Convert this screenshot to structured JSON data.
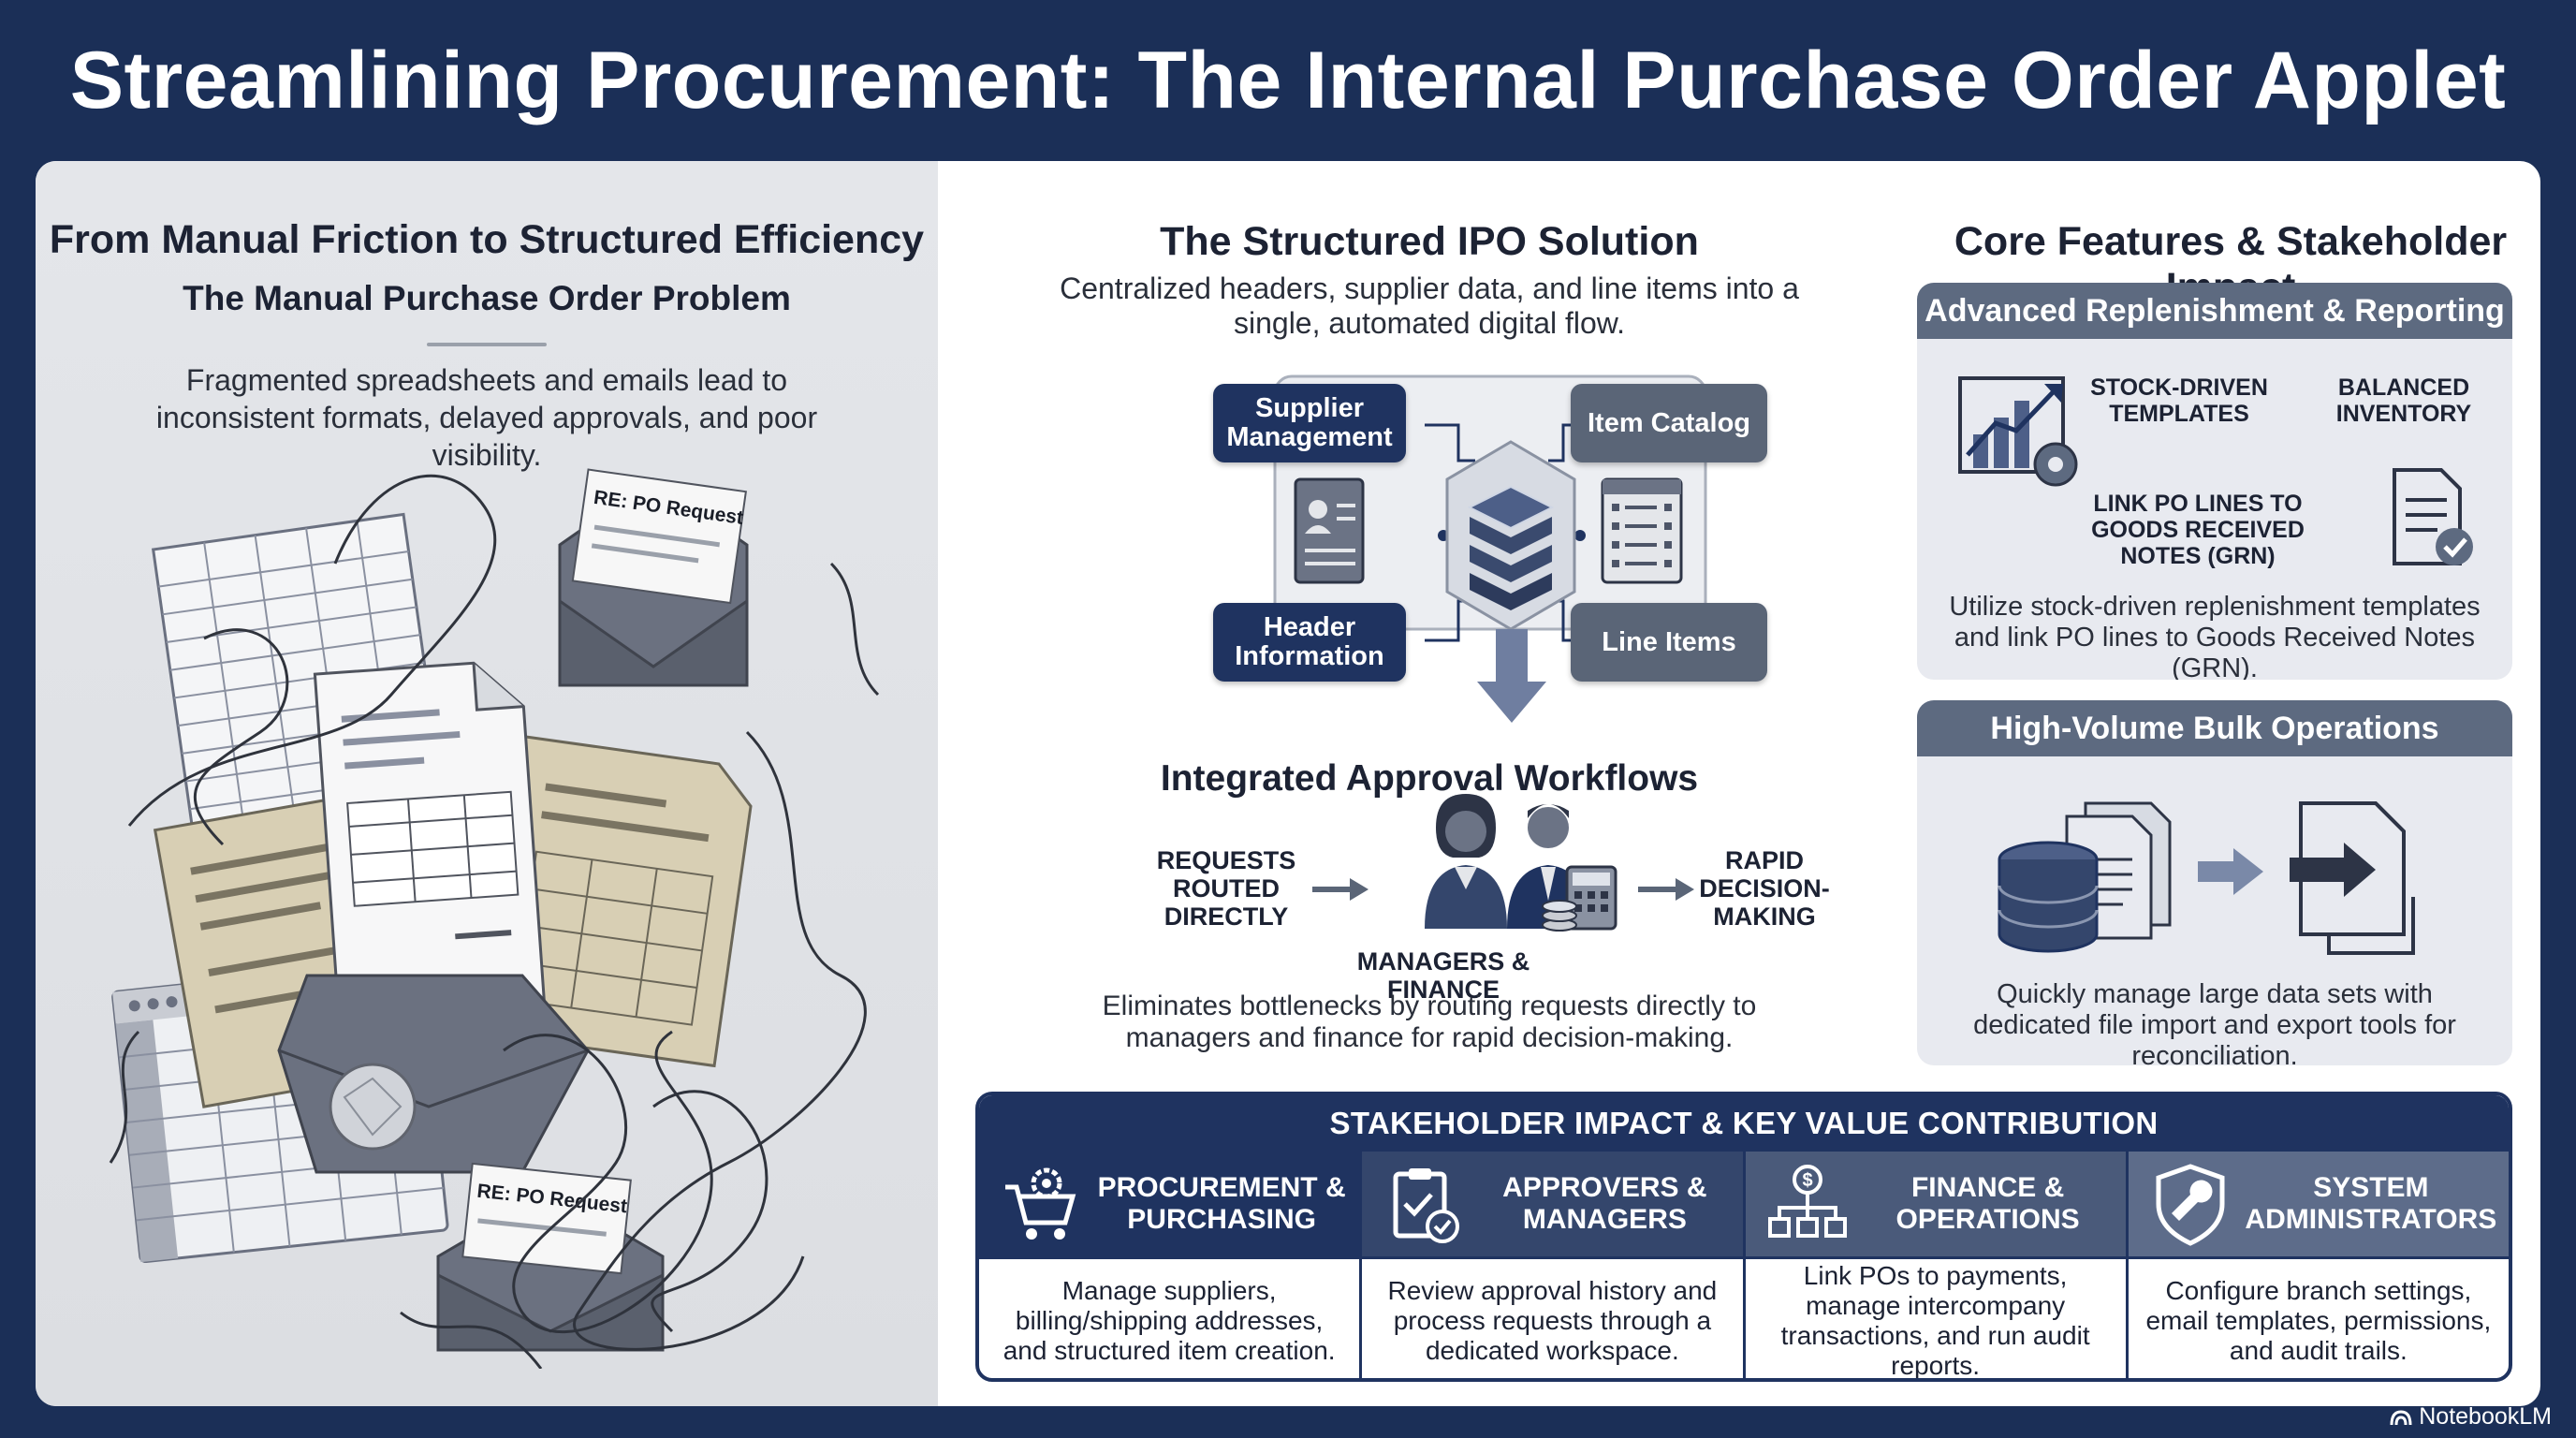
{
  "title": "Streamlining Procurement: The Internal Purchase Order Applet",
  "left": {
    "heading": "From Manual Friction to Structured Efficiency",
    "subheading": "The Manual Purchase Order Problem",
    "description": "Fragmented spreadsheets and emails lead to inconsistent formats, delayed approvals, and poor visibility.",
    "email_label_1": "RE: PO Request",
    "email_label_2": "RE: PO Request"
  },
  "middle": {
    "heading": "The Structured IPO Solution",
    "subheading": "Centralized headers, supplier data, and line items into a single, automated digital flow.",
    "chips": {
      "supplier": "Supplier Management",
      "catalog": "Item Catalog",
      "header": "Header Information",
      "line_items": "Line Items"
    },
    "approval_heading": "Integrated Approval Workflows",
    "flow": {
      "left": "REQUESTS ROUTED DIRECTLY",
      "center": "MANAGERS & FINANCE",
      "right": "RAPID DECISION-MAKING"
    },
    "approval_desc": "Eliminates bottlenecks by routing requests directly to managers and finance for rapid decision-making."
  },
  "right": {
    "heading": "Core Features & Stakeholder Impact",
    "panel1": {
      "title": "Advanced Replenishment & Reporting",
      "label_templates": "STOCK-DRIVEN TEMPLATES",
      "label_inventory": "BALANCED INVENTORY",
      "label_grn": "LINK PO LINES TO GOODS RECEIVED NOTES (GRN)",
      "description": "Utilize stock-driven replenishment templates and link PO lines to Goods Received Notes (GRN)."
    },
    "panel2": {
      "title": "High-Volume Bulk Operations",
      "description": "Quickly manage large data sets with dedicated file import and export tools for reconciliation."
    }
  },
  "stakeholders": {
    "heading": "STAKEHOLDER IMPACT & KEY VALUE CONTRIBUTION",
    "columns": [
      {
        "title": "PROCUREMENT & PURCHASING",
        "icon": "cart-gear-icon",
        "body": "Manage suppliers, billing/shipping addresses, and structured item creation."
      },
      {
        "title": "APPROVERS & MANAGERS",
        "icon": "clipboard-check-icon",
        "body": "Review approval history and process requests through a dedicated workspace."
      },
      {
        "title": "FINANCE & OPERATIONS",
        "icon": "dollar-org-icon",
        "body": "Link POs to payments, manage intercompany transactions, and run audit reports."
      },
      {
        "title": "SYSTEM ADMINISTRATORS",
        "icon": "shield-wrench-icon",
        "body": "Configure branch settings, email templates, permissions, and audit trails."
      }
    ]
  },
  "brand": "NotebookLM",
  "colors": {
    "navy": "#1b2f57",
    "chip": "#1f3360",
    "grey_chip": "#5a6577",
    "panel": "#e8eaf0"
  }
}
